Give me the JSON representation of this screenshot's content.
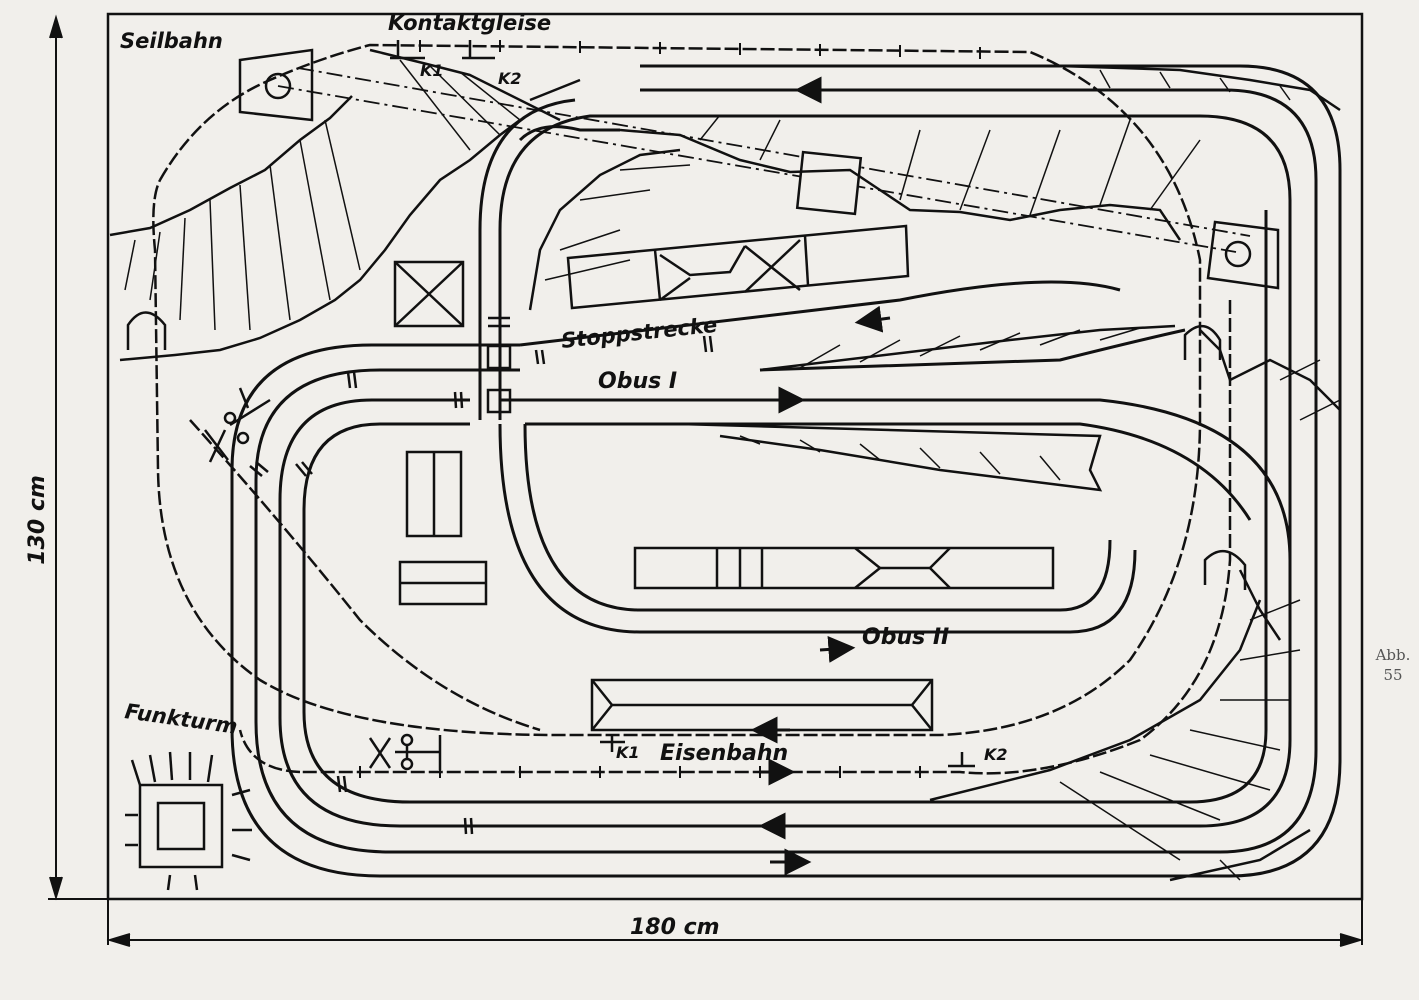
{
  "dimensions": {
    "width": "180 cm",
    "height": "130 cm"
  },
  "labels": {
    "seilbahn": "Seilbahn",
    "kontaktgleise": "Kontaktgleise",
    "k1": "K1",
    "k2": "K2",
    "stoppstrecke": "Stoppstrecke",
    "obus1": "Obus I",
    "obus2": "Obus II",
    "funkturm": "Funkturm",
    "eisenbahn": "Eisenbahn",
    "contact_k1": "K1",
    "contact_k2": "K2"
  },
  "caption": {
    "abb": "Abb.",
    "number": "55"
  }
}
